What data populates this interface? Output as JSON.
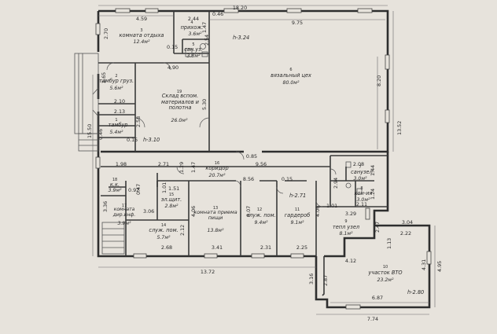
{
  "rooms": [
    {
      "num": "3",
      "name": "комната отдыха",
      "area": "12.4м²"
    },
    {
      "num": "4",
      "name": "прихож.",
      "area": "3.6м²"
    },
    {
      "num": "5",
      "name": "сан.уз.",
      "area": "3.8м²"
    },
    {
      "num": "6",
      "name": "вязальный цех",
      "area": "80.0м²"
    },
    {
      "num": "2",
      "name": "тамбур груз.",
      "area": "5.6м²"
    },
    {
      "num": "19",
      "name": "Склад вспом. материалов и полотна",
      "area": "26.0м²"
    },
    {
      "num": "1",
      "name": "тамбур",
      "area": "5.4м²"
    },
    {
      "num": "16",
      "name": "коридор",
      "area": "20.7м²"
    },
    {
      "num": "18",
      "name": "к.к.",
      "area": "3.9м²"
    },
    {
      "num": "15",
      "name": "эл.щит.",
      "area": "2.8м²"
    },
    {
      "num": "17",
      "name": "комната дир.инф.",
      "area": "3.9м²"
    },
    {
      "num": "14",
      "name": "служ. пом.",
      "area": "5.7м²"
    },
    {
      "num": "13",
      "name": "комната приема пищи",
      "area": "13.8м²"
    },
    {
      "num": "12",
      "name": "служ. пом.",
      "area": "9.4м²"
    },
    {
      "num": "11",
      "name": "гардероб",
      "area": "9.1м²"
    },
    {
      "num": "7",
      "name": "санузел",
      "area": "3.0м²"
    },
    {
      "num": "8",
      "name": "кон-ия",
      "area": "3.0м²"
    },
    {
      "num": "9",
      "name": "тепл узел",
      "area": "8.1м²"
    },
    {
      "num": "10",
      "name": "участок ВТО",
      "area": "23.2м²"
    }
  ],
  "heights": [
    "h-3.24",
    "h-3.10",
    "h-2.71",
    "h-2.80"
  ],
  "dims": {
    "top_total": "18.20",
    "top_left": "4.59",
    "top_mid": "2.44",
    "top_046": "0.46",
    "top_right": "9.75",
    "v270": "2.70",
    "v147": "1.47",
    "v015": "0.15",
    "v265": "2.65",
    "h490": "4.90",
    "v530": "5.30",
    "h210": "2.10",
    "h213": "2.13",
    "v258": "2.58",
    "v1550": "15.50",
    "v046": "0.46",
    "h015": "0.15",
    "v820": "8.20",
    "v1352": "13.52",
    "h085": "0.85",
    "h198": "1.98",
    "h271": "2.71",
    "v129": "1.29",
    "v147b": "1.47",
    "h956": "9.56",
    "h856": "8.56",
    "h015b": "0.15",
    "h208": "2.08",
    "v144": "1.44",
    "v294": "2.94",
    "v124": "1.24",
    "h211": "2.11",
    "h092": "0.92",
    "v047": "0.47",
    "h151": "1.51",
    "v101": "1.01",
    "v336": "3.36",
    "v306": "3.06",
    "v406": "4.06",
    "v407": "4.07",
    "v406b": "4.06",
    "h101": "1.01",
    "h329": "3.29",
    "h304": "3.04",
    "h222": "2.22",
    "v212": "2.12",
    "v247": "2.47",
    "v113": "1.13",
    "h268": "2.68",
    "h341": "3.41",
    "h231": "2.31",
    "h225": "2.25",
    "h412": "4.12",
    "v431": "4.31",
    "v495": "4.95",
    "h1372": "13.72",
    "v316": "3.16",
    "v287": "2.87",
    "h687": "6.87",
    "h774": "7.74",
    "v2_54": "2.54"
  }
}
